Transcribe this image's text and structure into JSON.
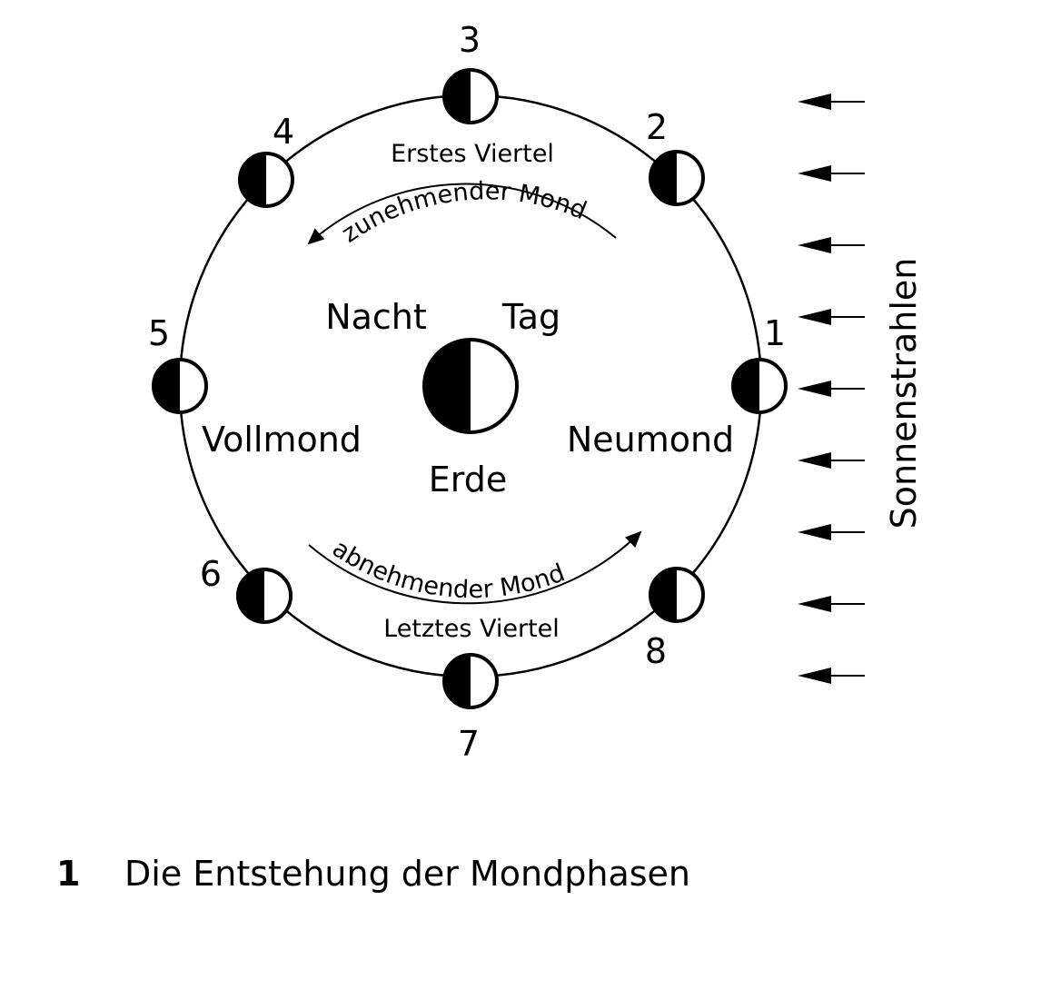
{
  "center": {
    "day": "Tag",
    "night": "Nacht",
    "earth": "Erde"
  },
  "phases": {
    "full_moon": "Vollmond",
    "new_moon": "Neumond",
    "first_quarter": "Erstes Viertel",
    "last_quarter": "Letztes Viertel"
  },
  "arcs": {
    "waxing": "zunehmender Mond",
    "waning": "abnehmender Mond"
  },
  "moons": [
    {
      "number": "1"
    },
    {
      "number": "2"
    },
    {
      "number": "3"
    },
    {
      "number": "4"
    },
    {
      "number": "5"
    },
    {
      "number": "6"
    },
    {
      "number": "7"
    },
    {
      "number": "8"
    }
  ],
  "sunlight": {
    "label": "Sonnenstrahlen",
    "ray_count": 9
  },
  "caption": {
    "number": "1",
    "text": "Die Entstehung der Mondphasen"
  }
}
